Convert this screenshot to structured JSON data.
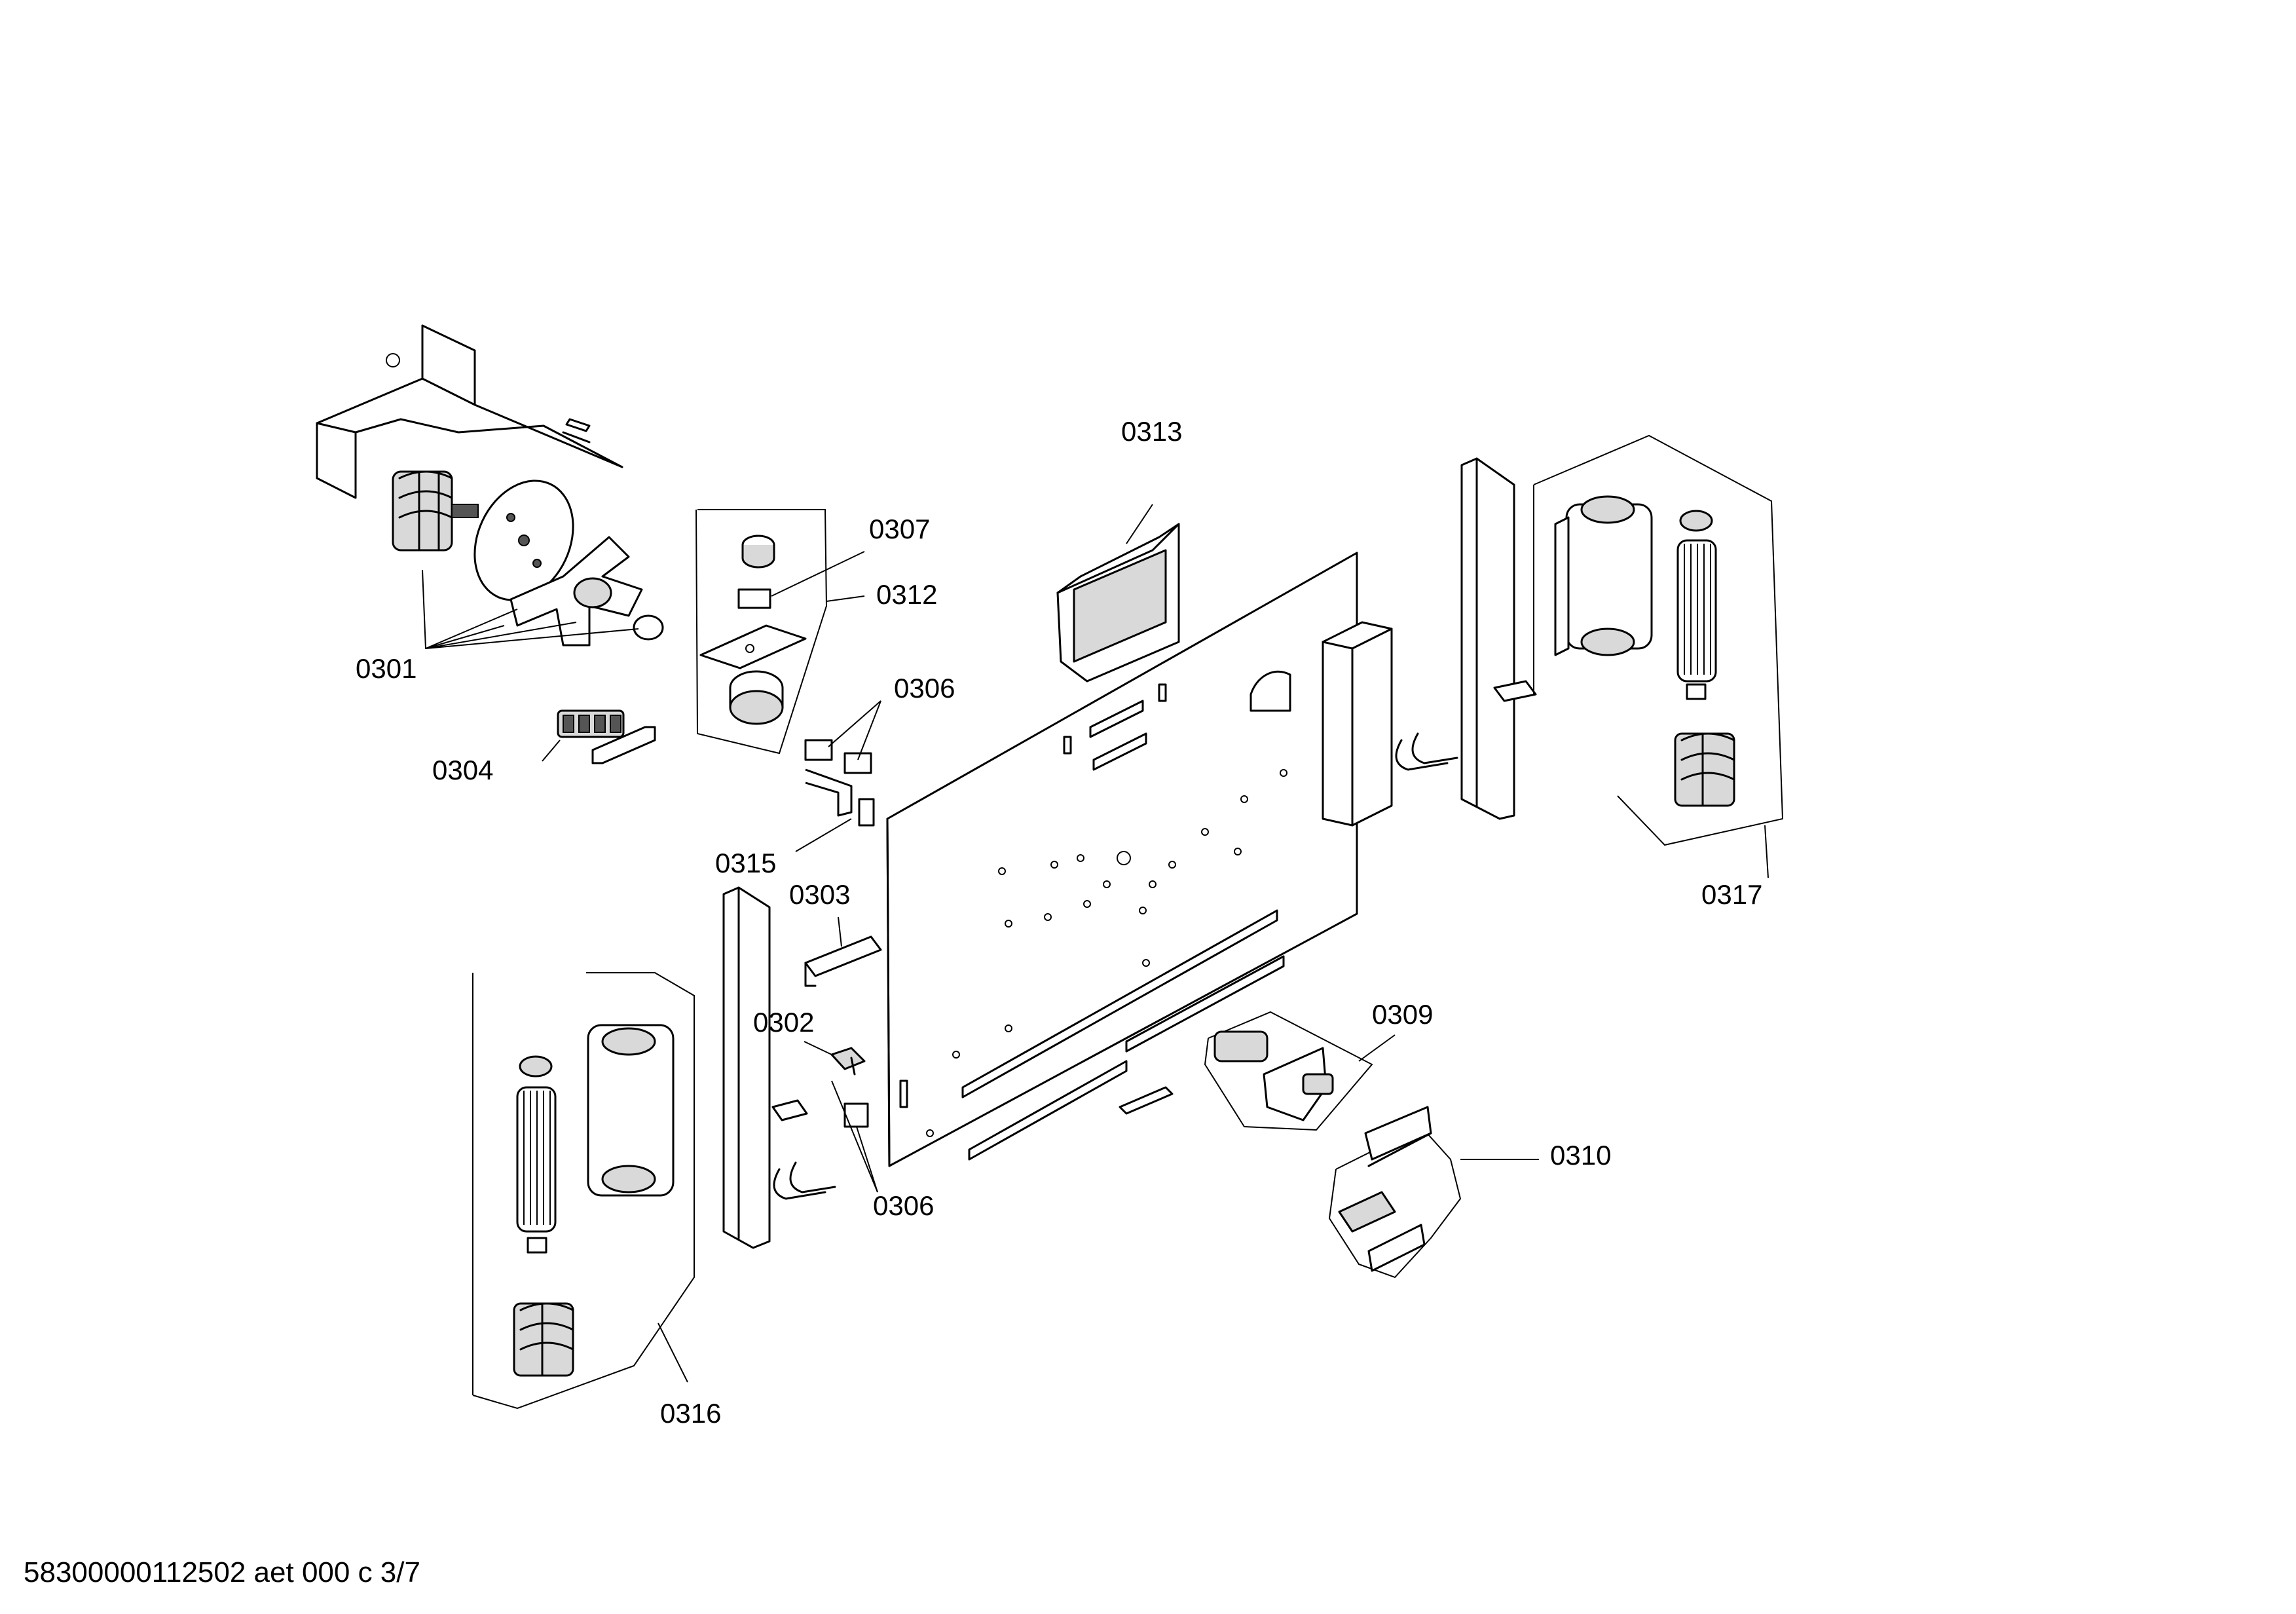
{
  "labels": {
    "p0301": "0301",
    "p0302": "0302",
    "p0303": "0303",
    "p0304": "0304",
    "p0306a": "0306",
    "p0306b": "0306",
    "p0307": "0307",
    "p0309": "0309",
    "p0310": "0310",
    "p0312": "0312",
    "p0313": "0313",
    "p0315": "0315",
    "p0316": "0316",
    "p0317": "0317"
  },
  "footer": "58300000112502 aet 000 c 3/7"
}
